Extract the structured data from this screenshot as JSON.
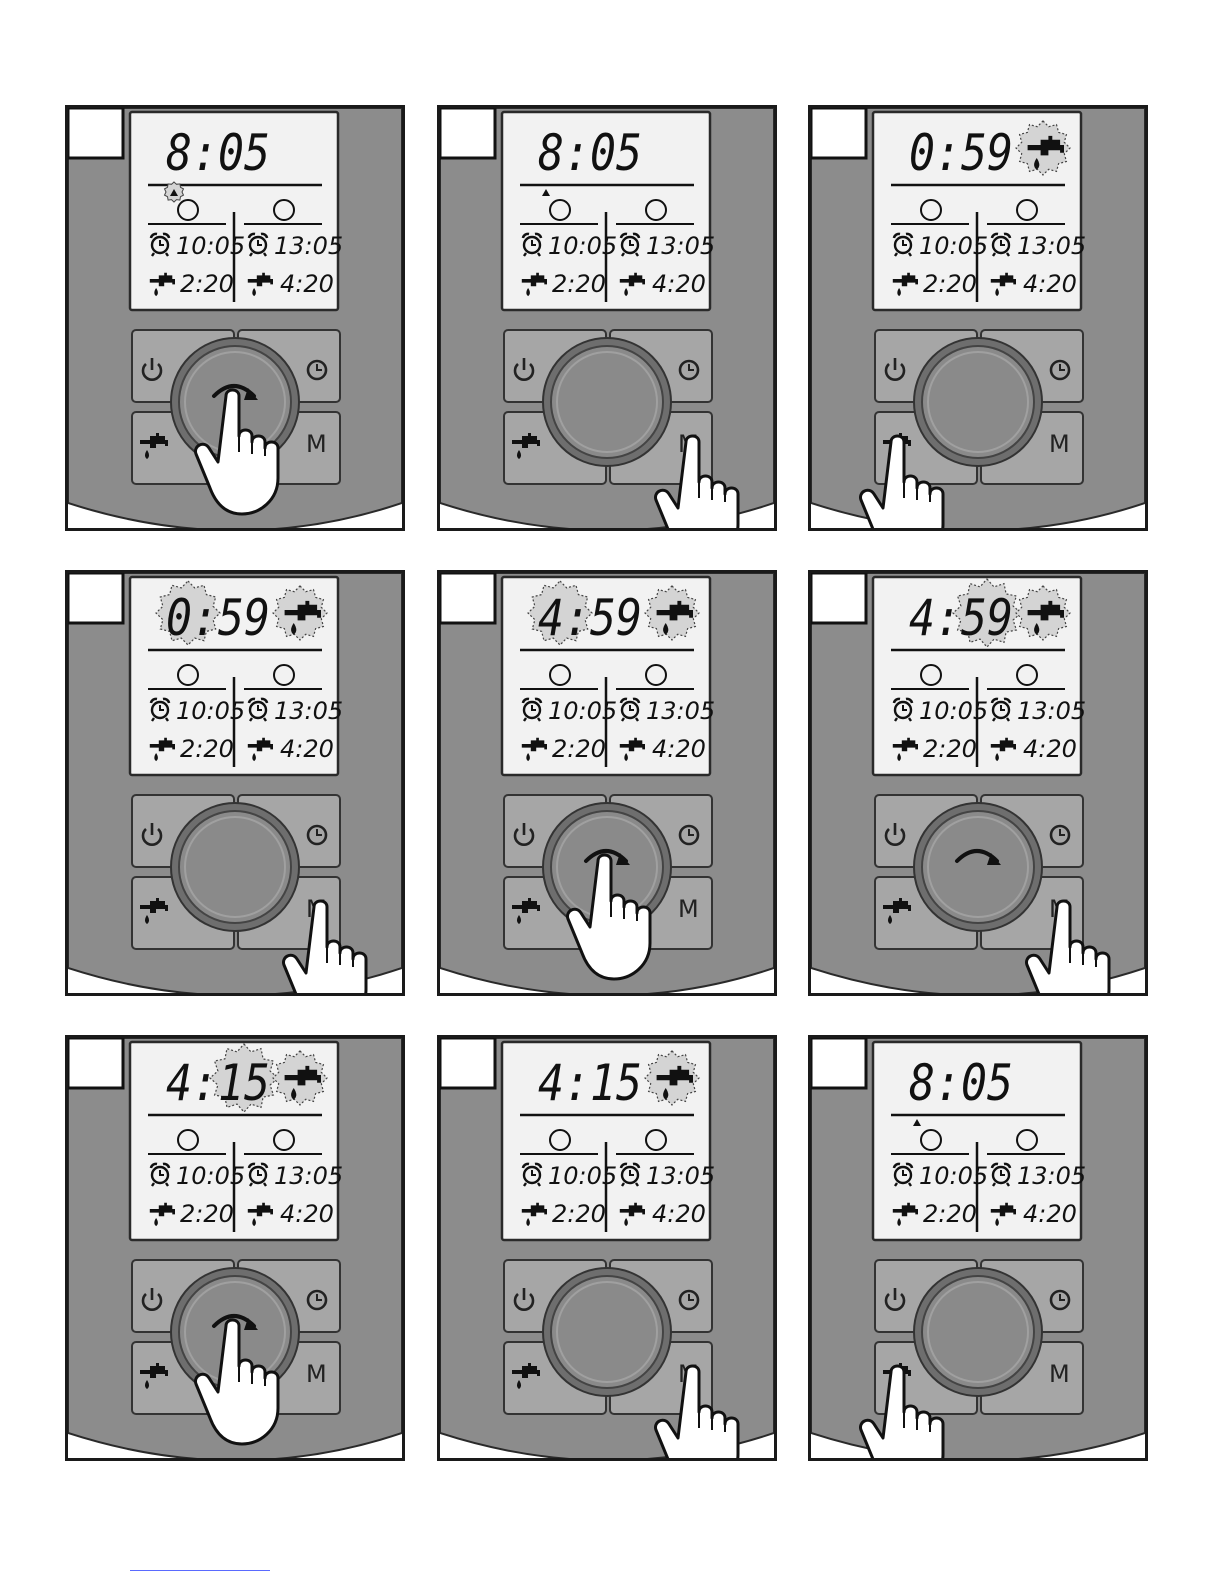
{
  "mode_button_label": "M",
  "colors": {
    "body": "#8c8c8c",
    "panel_edge": "#2a2a2a",
    "lcd": "#f2f2f2",
    "button": "#a6a6a6",
    "dial": "#8a8a8a",
    "highlight": "#d4d4d4"
  },
  "icons": {
    "power": "power-icon",
    "clock": "clock-icon",
    "tap": "tap-icon",
    "alarm": "alarm-clock-icon",
    "hand": "pointing-hand-icon",
    "rotate": "rotate-arrow-icon"
  },
  "steps": [
    {
      "main": "8:05",
      "tap": false,
      "hl_digits": "none",
      "hl_tap": false,
      "marker": "boxed",
      "hand": "dial",
      "arrow": true,
      "prog1": {
        "alarm": "10:05",
        "duration": "2:20"
      },
      "prog2": {
        "alarm": "13:05",
        "duration": "4:20"
      }
    },
    {
      "main": "8:05",
      "tap": false,
      "hl_digits": "none",
      "hl_tap": false,
      "marker": "plain",
      "hand": "m",
      "arrow": false,
      "prog1": {
        "alarm": "10:05",
        "duration": "2:20"
      },
      "prog2": {
        "alarm": "13:05",
        "duration": "4:20"
      }
    },
    {
      "main": "0:59",
      "tap": true,
      "hl_digits": "none",
      "hl_tap": true,
      "marker": "none",
      "hand": "tap",
      "arrow": false,
      "prog1": {
        "alarm": "10:05",
        "duration": "2:20"
      },
      "prog2": {
        "alarm": "13:05",
        "duration": "4:20"
      }
    },
    {
      "main": "0:59",
      "tap": true,
      "hl_digits": "hours",
      "hl_tap": true,
      "marker": "none",
      "hand": "m",
      "arrow": false,
      "prog1": {
        "alarm": "10:05",
        "duration": "2:20"
      },
      "prog2": {
        "alarm": "13:05",
        "duration": "4:20"
      }
    },
    {
      "main": "4:59",
      "tap": true,
      "hl_digits": "hours",
      "hl_tap": true,
      "marker": "none",
      "hand": "dial",
      "arrow": true,
      "prog1": {
        "alarm": "10:05",
        "duration": "2:20"
      },
      "prog2": {
        "alarm": "13:05",
        "duration": "4:20"
      }
    },
    {
      "main": "4:59",
      "tap": true,
      "hl_digits": "minutes",
      "hl_tap": true,
      "marker": "none",
      "hand": "m",
      "arrow": true,
      "prog1": {
        "alarm": "10:05",
        "duration": "2:20"
      },
      "prog2": {
        "alarm": "13:05",
        "duration": "4:20"
      }
    },
    {
      "main": "4:15",
      "tap": true,
      "hl_digits": "minutes",
      "hl_tap": true,
      "marker": "none",
      "hand": "dial",
      "arrow": true,
      "prog1": {
        "alarm": "10:05",
        "duration": "2:20"
      },
      "prog2": {
        "alarm": "13:05",
        "duration": "4:20"
      }
    },
    {
      "main": "4:15",
      "tap": true,
      "hl_digits": "none",
      "hl_tap": true,
      "marker": "none",
      "hand": "m",
      "arrow": false,
      "prog1": {
        "alarm": "10:05",
        "duration": "2:20"
      },
      "prog2": {
        "alarm": "13:05",
        "duration": "4:20"
      }
    },
    {
      "main": "8:05",
      "tap": false,
      "hl_digits": "none",
      "hl_tap": false,
      "marker": "plain",
      "hand": "tap",
      "arrow": false,
      "prog1": {
        "alarm": "10:05",
        "duration": "2:20"
      },
      "prog2": {
        "alarm": "13:05",
        "duration": "4:20"
      }
    }
  ]
}
